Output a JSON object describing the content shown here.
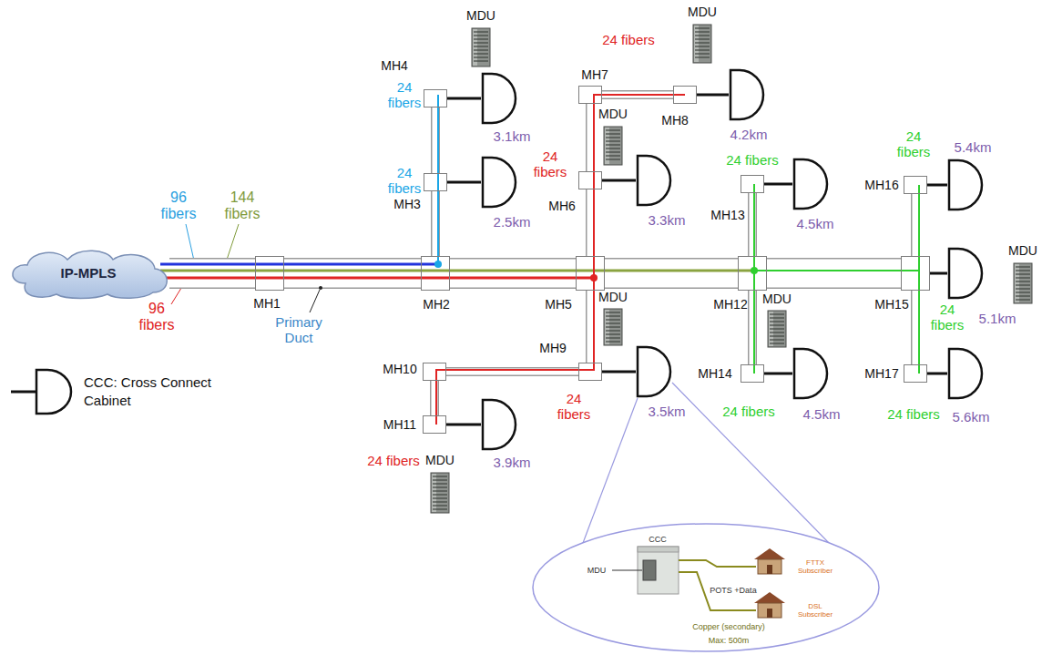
{
  "diagram": {
    "nodes": [
      {
        "text": [
          "IP-MPLS"
        ]
      },
      {
        "text": [
          "MH1"
        ]
      },
      {
        "text": [
          "MH2"
        ]
      },
      {
        "text": [
          "MH3"
        ]
      },
      {
        "text": [
          "MH4"
        ]
      },
      {
        "text": [
          "MH5"
        ]
      },
      {
        "text": [
          "MH6"
        ]
      },
      {
        "text": [
          "MH7"
        ]
      },
      {
        "text": [
          "MH8"
        ]
      },
      {
        "text": [
          "MH9"
        ]
      },
      {
        "text": [
          "MH10"
        ]
      },
      {
        "text": [
          "MH11"
        ]
      },
      {
        "text": [
          "MH12"
        ]
      },
      {
        "text": [
          "MH13"
        ]
      },
      {
        "text": [
          "MH14"
        ]
      },
      {
        "text": [
          "MH15"
        ]
      },
      {
        "text": [
          "MH16"
        ]
      },
      {
        "text": [
          "MH17"
        ]
      },
      {
        "text": [
          "3.1km"
        ]
      },
      {
        "text": [
          "2.5km"
        ]
      },
      {
        "text": [
          "4.2km"
        ]
      },
      {
        "text": [
          "3.3km"
        ]
      },
      {
        "text": [
          "4.5km"
        ]
      },
      {
        "text": [
          "5.4km"
        ]
      },
      {
        "text": [
          "5.1km"
        ]
      },
      {
        "text": [
          "3.5km"
        ]
      },
      {
        "text": [
          "4.5km"
        ]
      },
      {
        "text": [
          "5.6km"
        ]
      },
      {
        "text": [
          "3.9km"
        ]
      },
      {
        "text": [
          "MDU"
        ]
      },
      {
        "text": [
          "MDU"
        ]
      },
      {
        "text": [
          "MDU"
        ]
      },
      {
        "text": [
          "MDU"
        ]
      },
      {
        "text": [
          "MDU"
        ]
      },
      {
        "text": [
          "MDU"
        ]
      },
      {
        "text": [
          "MDU"
        ]
      }
    ],
    "edges": [
      {
        "from": 0,
        "to": 1,
        "arrow": "none"
      },
      {
        "from": 1,
        "to": 2,
        "arrow": "none"
      },
      {
        "from": 2,
        "to": 5,
        "arrow": "none"
      },
      {
        "from": 5,
        "to": 12,
        "arrow": "none"
      },
      {
        "from": 12,
        "to": 15,
        "arrow": "none"
      },
      {
        "from": 2,
        "to": 3,
        "arrow": "none"
      },
      {
        "from": 3,
        "to": 4,
        "arrow": "none"
      },
      {
        "from": 5,
        "to": 6,
        "arrow": "none"
      },
      {
        "from": 6,
        "to": 7,
        "arrow": "none"
      },
      {
        "from": 7,
        "to": 8,
        "arrow": "none"
      },
      {
        "from": 5,
        "to": 9,
        "arrow": "none"
      },
      {
        "from": 9,
        "to": 10,
        "arrow": "none"
      },
      {
        "from": 10,
        "to": 11,
        "arrow": "none"
      },
      {
        "from": 12,
        "to": 13,
        "arrow": "none"
      },
      {
        "from": 12,
        "to": 14,
        "arrow": "none"
      },
      {
        "from": 15,
        "to": 16,
        "arrow": "none"
      },
      {
        "from": 15,
        "to": 17,
        "arrow": "none"
      },
      {
        "from": 4,
        "to": 18,
        "arrow": "none"
      },
      {
        "from": 3,
        "to": 19,
        "arrow": "none"
      },
      {
        "from": 8,
        "to": 20,
        "arrow": "none"
      },
      {
        "from": 6,
        "to": 21,
        "arrow": "none"
      },
      {
        "from": 13,
        "to": 22,
        "arrow": "none"
      },
      {
        "from": 16,
        "to": 23,
        "arrow": "none"
      },
      {
        "from": 15,
        "to": 24,
        "arrow": "none"
      },
      {
        "from": 9,
        "to": 25,
        "arrow": "none"
      },
      {
        "from": 14,
        "to": 26,
        "arrow": "none"
      },
      {
        "from": 17,
        "to": 27,
        "arrow": "none"
      },
      {
        "from": 11,
        "to": 28,
        "arrow": "none"
      }
    ],
    "labels": [
      "96 fibers",
      "144 fibers",
      "96 fibers",
      "Primary Duct",
      "24 fibers",
      "24 fibers",
      "24 fibers",
      "24 fibers",
      "24 fibers",
      "24 fibers",
      "24 fibers",
      "24 fibers",
      "24 fibers",
      "24 fibers",
      "24 fibers",
      "CCC",
      "MDU",
      "FTTX Subscriber",
      "DSL Subscriber",
      "POTS +Data",
      "Copper (secondary)",
      "Max: 500m"
    ],
    "legend": [
      {
        "text": "CCC: Cross Connect Cabinet"
      }
    ]
  }
}
